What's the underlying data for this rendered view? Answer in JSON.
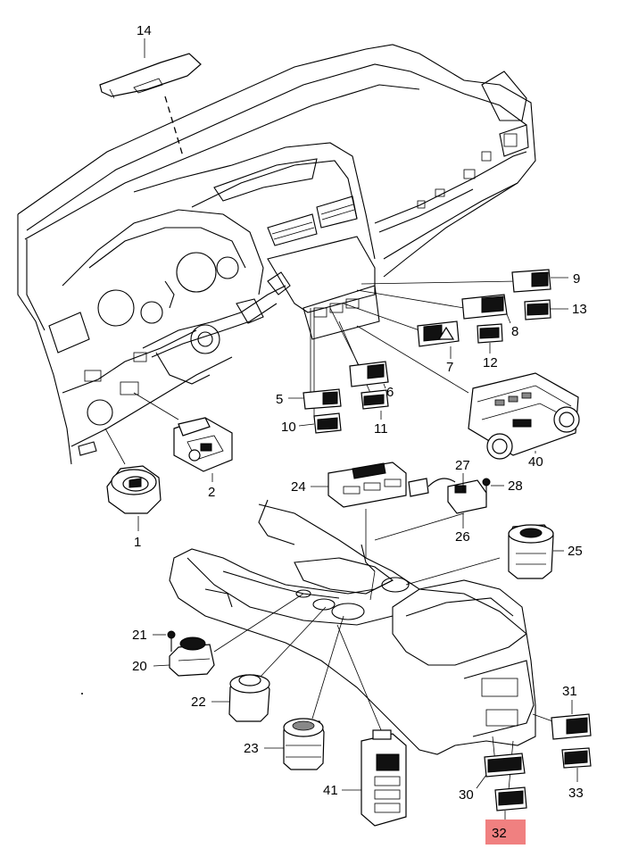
{
  "diagram": {
    "background": "#ffffff",
    "highlight_color": "#f08080",
    "labels": {
      "p1": "1",
      "p2": "2",
      "p5": "5",
      "p6": "6",
      "p7": "7",
      "p8": "8",
      "p9": "9",
      "p10": "10",
      "p11": "11",
      "p12": "12",
      "p13": "13",
      "p14": "14",
      "p20": "20",
      "p21": "21",
      "p22": "22",
      "p23": "23",
      "p24": "24",
      "p25": "25",
      "p26": "26",
      "p27": "27",
      "p28": "28",
      "p30": "30",
      "p31": "31",
      "p32": "32",
      "p33": "33",
      "p40": "40",
      "p41": "41"
    },
    "highlighted_part": "32"
  }
}
